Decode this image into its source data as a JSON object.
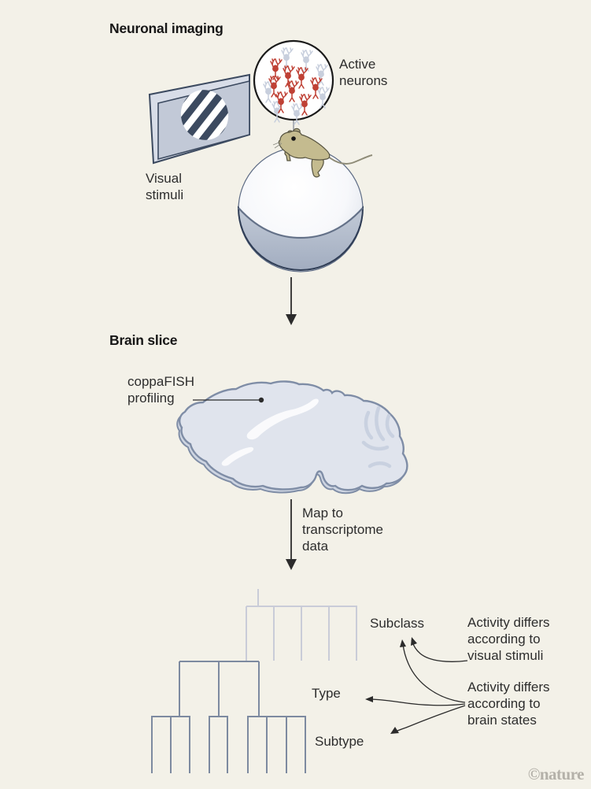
{
  "figure": {
    "watermark": "©nature",
    "sections": {
      "neuronal_imaging": {
        "heading": "Neuronal imaging",
        "active_neurons_label": [
          "Active",
          "neurons"
        ],
        "visual_stimuli_label": [
          "Visual",
          "stimuli"
        ]
      },
      "brain_slice": {
        "heading": "Brain slice",
        "coppafish_label": [
          "coppaFISH",
          "profiling"
        ],
        "map_label": [
          "Map to",
          "transcriptome",
          "data"
        ]
      },
      "taxonomy": {
        "levels": [
          {
            "label": "Subclass",
            "branches": 5
          },
          {
            "label": "Type",
            "branches": 3
          },
          {
            "label": "Subtype",
            "branches": 9
          }
        ],
        "annotations": [
          {
            "text": [
              "Activity differs",
              "according to",
              "visual stimuli"
            ],
            "points_to": [
              "Subclass"
            ]
          },
          {
            "text": [
              "Activity differs",
              "according to",
              "brain states"
            ],
            "points_to": [
              "Subclass",
              "Type",
              "Subtype"
            ]
          }
        ]
      }
    },
    "colors": {
      "background": "#f3f1e8",
      "ink": "#2b2b2b",
      "active_neuron_red": "#bf4135",
      "inactive_neuron_gray": "#c8cfdd",
      "navy_outline": "#3c4a60",
      "screen_fill": "#c2c9d7",
      "screen_edge": "#d8dde8",
      "bowl_fill": "#b1bac9",
      "mouse_tan": "#c4bb8f",
      "brain_fill": "#e0e4ed",
      "brain_outline": "#7f8da6",
      "brain_fold": "#c9d1e0",
      "dendrogram_light": "#c9ccd8",
      "dendrogram_dark": "#7d8aa0",
      "watermark_gray": "#b4b1a9"
    }
  }
}
